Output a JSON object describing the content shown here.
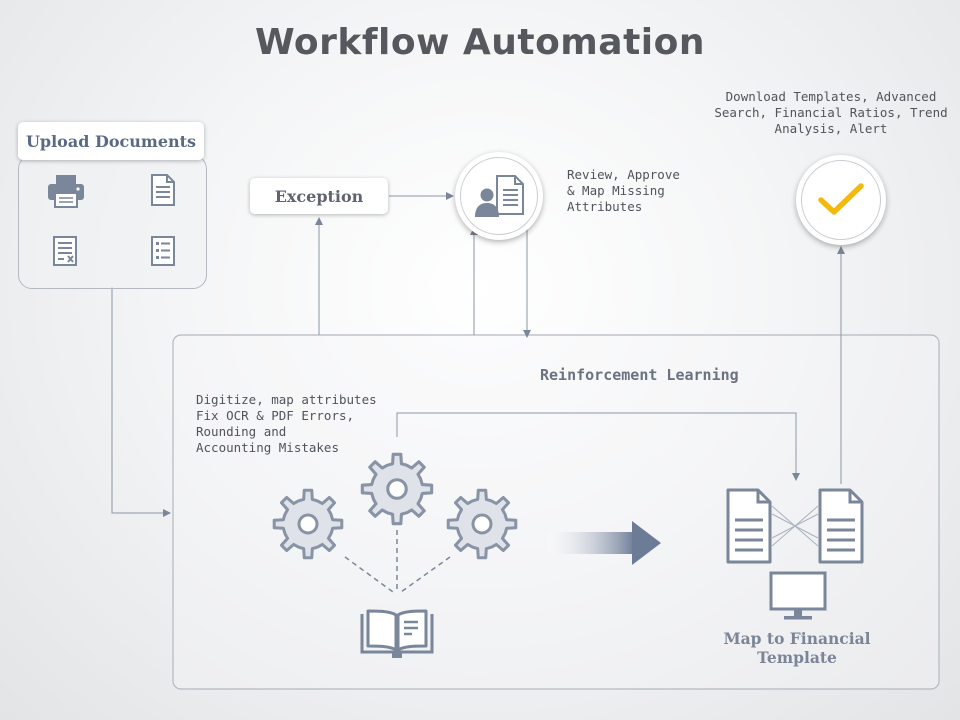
{
  "title": "Workflow Automation",
  "upload": {
    "label": "Upload Documents",
    "icons": [
      "printer-icon",
      "document-icon",
      "rejected-document-icon",
      "checklist-icon"
    ]
  },
  "exception": {
    "label": "Exception"
  },
  "review": {
    "text": "Review, Approve\n& Map Missing\nAttributes",
    "icon": "user-document-icon"
  },
  "download": {
    "text": "Download Templates, Advanced\nSearch, Financial Ratios, Trend\nAnalysis, Alert",
    "icon": "checkmark-icon"
  },
  "reinforcement": {
    "label": "Reinforcement Learning",
    "digitize_text": "Digitize, map attributes\nFix OCR & PDF Errors,\nRounding and\nAccounting Mistakes",
    "map_label": "Map to Financial\nTemplate",
    "icons": [
      "gear-icon",
      "book-icon",
      "arrow-right-icon",
      "document-compare-icon",
      "monitor-icon"
    ]
  },
  "colors": {
    "primary": "#7a8699",
    "accent_check": "#f2b90f",
    "title": "#55595e",
    "panel_border": "#b4b8bf"
  }
}
